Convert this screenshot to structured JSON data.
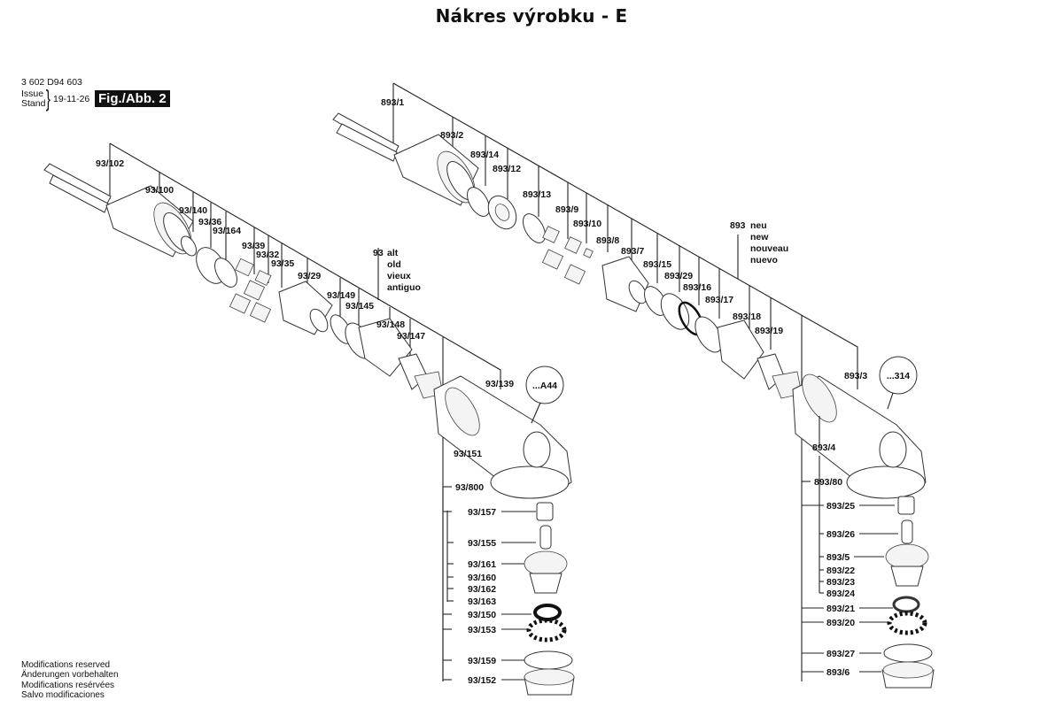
{
  "page_title": "Nákres výrobku - E",
  "header": {
    "part_code": "3 602 D94 603",
    "issue_label": "Issue",
    "stand_label": "Stand",
    "date": "19-11-26",
    "figure_label": "Fig./Abb. 2"
  },
  "footer": {
    "notes": [
      "Modifications reserved",
      "Änderungen vorbehalten",
      "Modifications resérvées",
      "Salvo modificaciones"
    ]
  },
  "assembly_old": {
    "number": "93",
    "status": [
      "alt",
      "old",
      "vieux",
      "antiguo"
    ],
    "callout": "...A44",
    "shaft_parts": [
      "93/102",
      "93/100",
      "93/140",
      "93/36",
      "93/164",
      "93/39",
      "93/32",
      "93/35",
      "93/29",
      "93/149",
      "93/145",
      "93/148",
      "93/147",
      "93/139",
      "93/151"
    ],
    "head_parts": [
      "93/800",
      "93/157",
      "93/155",
      "93/161",
      "93/160",
      "93/162",
      "93/163",
      "93/150",
      "93/153",
      "93/159",
      "93/152"
    ]
  },
  "assembly_new": {
    "number": "893",
    "status": [
      "neu",
      "new",
      "nouveau",
      "nuevo"
    ],
    "callout": "...314",
    "shaft_parts": [
      "893/1",
      "893/2",
      "893/14",
      "893/12",
      "893/13",
      "893/9",
      "893/10",
      "893/8",
      "893/7",
      "893/15",
      "893/29",
      "893/16",
      "893/17",
      "893/18",
      "893/19",
      "893/3",
      "893/4"
    ],
    "head_parts": [
      "893/80",
      "893/25",
      "893/26",
      "893/5",
      "893/22",
      "893/23",
      "893/24",
      "893/21",
      "893/20",
      "893/27",
      "893/6"
    ]
  }
}
